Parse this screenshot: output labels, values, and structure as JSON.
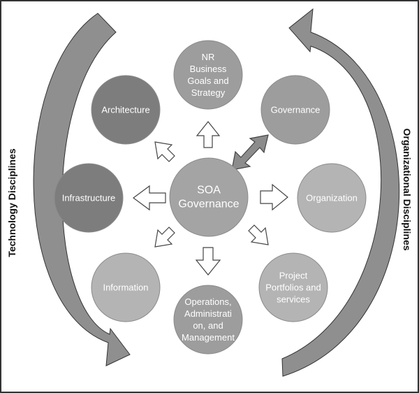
{
  "colors": {
    "dark": "#7d7d7d",
    "medium": "#9d9d9d",
    "light": "#b4b4b4",
    "center": "#a4a4a4",
    "arrow_fill": "#ffffff",
    "arrow_stroke": "#444444",
    "double_arrow": "#8c8c8c",
    "side_arrow": "#8f8f8f",
    "border": "#333333"
  },
  "center": {
    "lines": [
      "SOA",
      "Governance"
    ]
  },
  "nodes": [
    {
      "id": "nr-business",
      "lines": [
        "NR",
        "Business",
        "Goals and",
        "Strategy"
      ],
      "shade": "medium"
    },
    {
      "id": "architecture",
      "lines": [
        "Architecture"
      ],
      "shade": "dark"
    },
    {
      "id": "governance",
      "lines": [
        "Governance"
      ],
      "shade": "medium"
    },
    {
      "id": "infrastructure",
      "lines": [
        "Infrastructure"
      ],
      "shade": "dark"
    },
    {
      "id": "organization",
      "lines": [
        "Organization"
      ],
      "shade": "light"
    },
    {
      "id": "information",
      "lines": [
        "Information"
      ],
      "shade": "light"
    },
    {
      "id": "project-portfolios",
      "lines": [
        "Project",
        "Portfolios and",
        "services"
      ],
      "shade": "light"
    },
    {
      "id": "operations",
      "lines": [
        "Operations,",
        "Administrati",
        "on, and",
        "Management"
      ],
      "shade": "medium"
    }
  ],
  "side_labels": {
    "left": "Technology Disciplines",
    "right": "Organizational Disciplines"
  }
}
